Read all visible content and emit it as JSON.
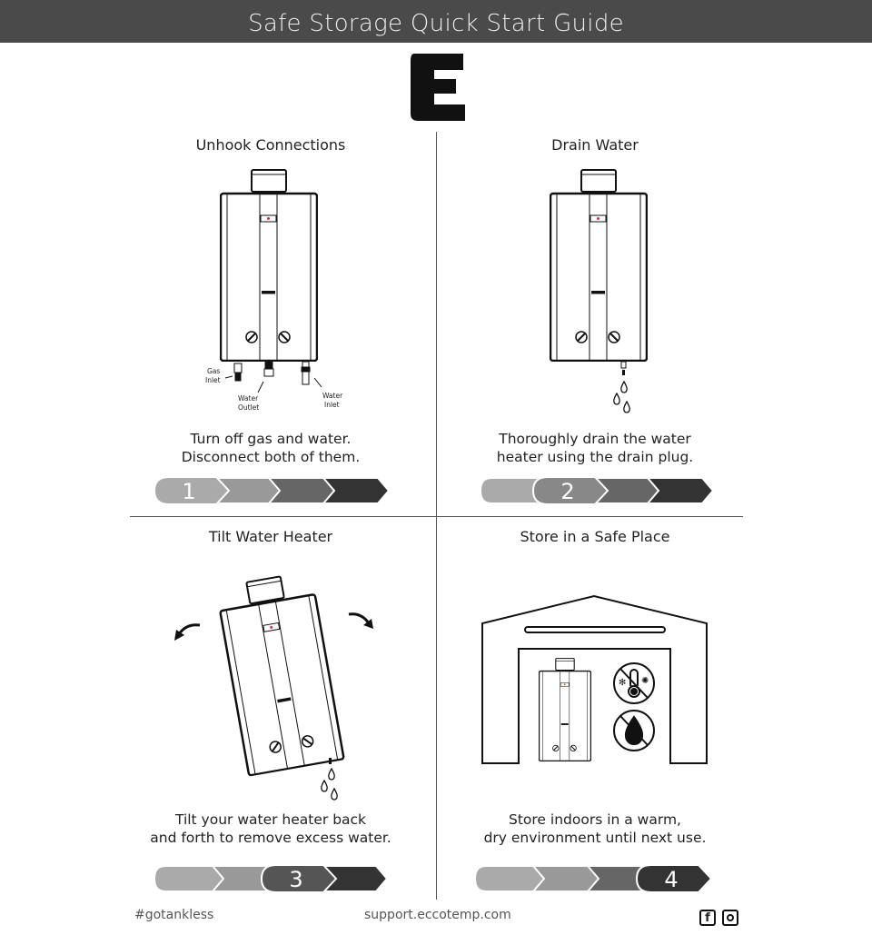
{
  "header": {
    "title": "Safe Storage Quick Start Guide"
  },
  "steps": [
    {
      "number": "1",
      "title": "Unhook Connections",
      "line1": "Turn off gas and water.",
      "line2": "Disconnect both of them.",
      "labels": {
        "gas": [
          "Gas",
          "Inlet"
        ],
        "outlet": [
          "Water",
          "Outlet"
        ],
        "inlet": [
          "Water",
          "Inlet"
        ]
      }
    },
    {
      "number": "2",
      "title": "Drain Water",
      "line1": "Thoroughly drain the water",
      "line2": "heater using the drain plug."
    },
    {
      "number": "3",
      "title": "Tilt Water Heater",
      "line1": "Tilt your water heater back",
      "line2": "and forth to remove excess water."
    },
    {
      "number": "4",
      "title": "Store in a Safe Place",
      "line1": "Store indoors in a warm,",
      "line2": "dry environment until next use."
    }
  ],
  "progress_colors": [
    "#aaaaaa",
    "#999999",
    "#666666",
    "#333333"
  ],
  "footer": {
    "hashtag": "#gotankless",
    "url": "support.eccotemp.com",
    "social": [
      "facebook-icon",
      "instagram-icon"
    ]
  }
}
